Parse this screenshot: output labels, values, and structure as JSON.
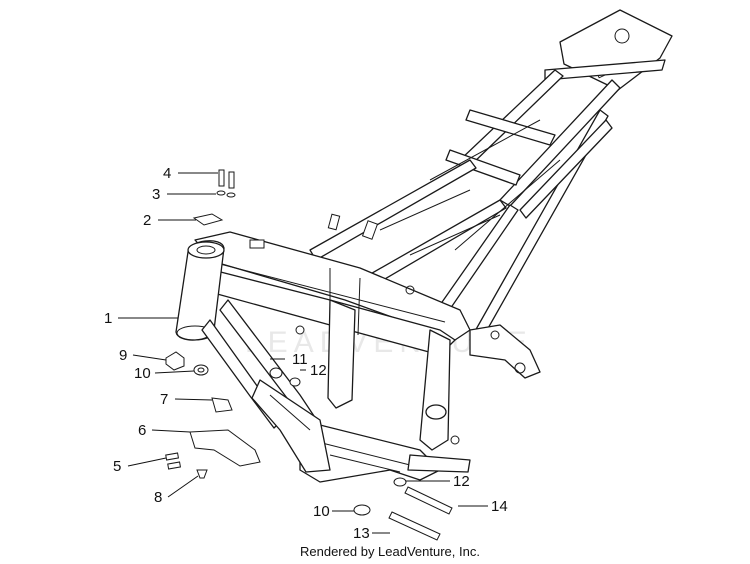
{
  "callouts": {
    "c1": "1",
    "c2": "2",
    "c3": "3",
    "c4": "4",
    "c5": "5",
    "c6": "6",
    "c7": "7",
    "c8": "8",
    "c9": "9",
    "c10a": "10",
    "c10b": "10",
    "c11": "11",
    "c12a": "12",
    "c12b": "12",
    "c13": "13",
    "c14": "14"
  },
  "watermark": "LEADVENTURE",
  "credit": "Rendered by LeadVenture, Inc."
}
